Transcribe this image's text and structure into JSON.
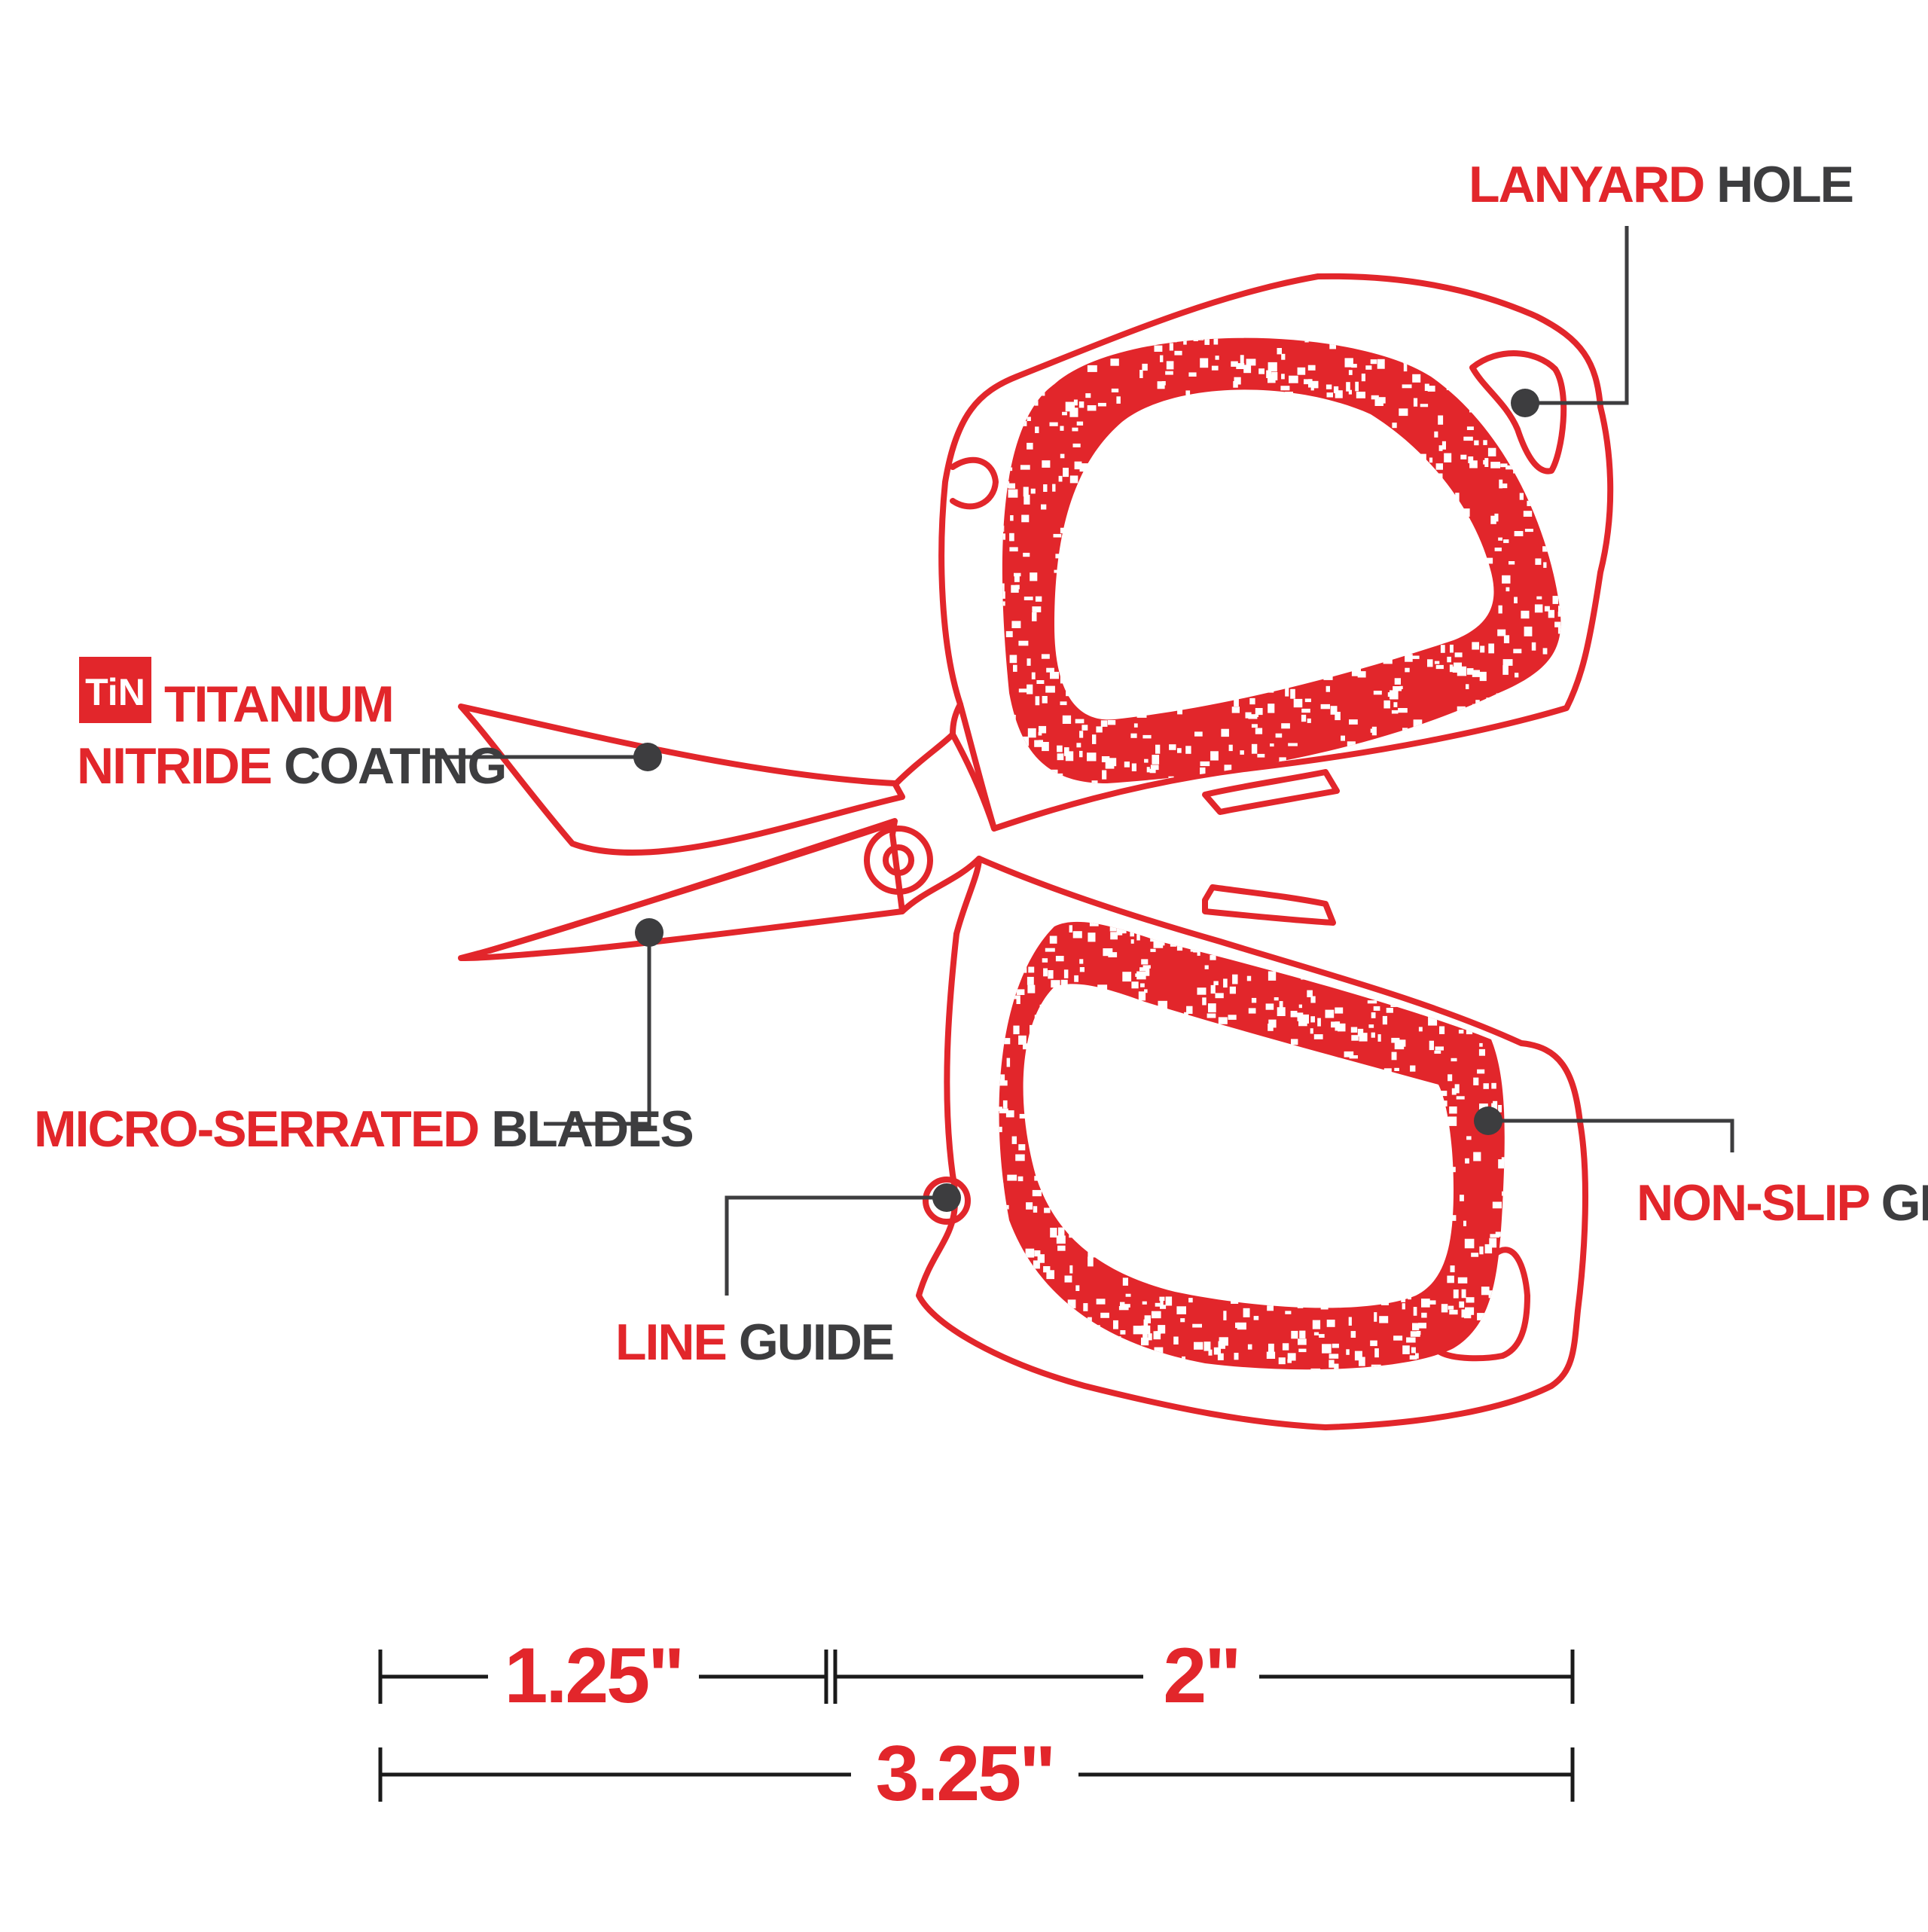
{
  "colors": {
    "accent": "#e2262b",
    "dark": "#3d3d3f",
    "background": "#ffffff"
  },
  "callouts": {
    "lanyard_hole": {
      "highlight": "LANYARD",
      "rest": "HOLE"
    },
    "tin_badge": "TiN",
    "titanium_coating": {
      "line1": "TITANIUM",
      "line2_highlight": "NITRIDE",
      "line2_rest": "COATING"
    },
    "blades": {
      "highlight": "MICRO-SERRATED",
      "rest": "BLADES"
    },
    "grip": {
      "highlight": "NON-SLIP",
      "rest": "GRIP"
    },
    "line_guide": {
      "highlight": "LINE",
      "rest": "GUIDE"
    }
  },
  "dimensions": {
    "blade_length": "1.25\"",
    "handle_length": "2\"",
    "total_length": "3.25\""
  }
}
